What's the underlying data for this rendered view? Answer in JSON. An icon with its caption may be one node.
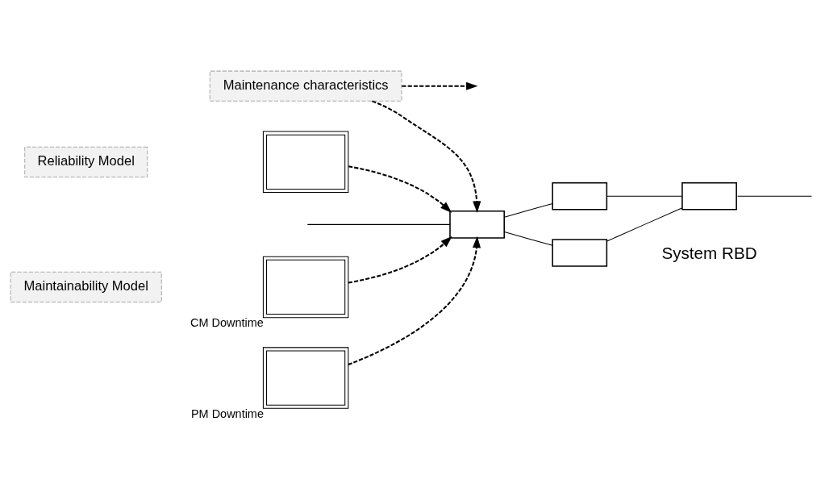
{
  "diagram": {
    "nodes": [
      {
        "text": [
          "Reliability Model"
        ]
      },
      {
        "text": [],
        "shape": "picture"
      },
      {
        "text": [
          "Maintenance characteristics"
        ]
      },
      {
        "text": [],
        "shape": "box"
      },
      {
        "text": [],
        "shape": "box"
      },
      {
        "text": [],
        "shape": "box"
      },
      {
        "text": [],
        "shape": "box"
      },
      {
        "text": [
          "Maintainability Model"
        ]
      },
      {
        "text": [],
        "shape": "picture",
        "beside": [
          "CM Downtime"
        ]
      },
      {
        "text": [],
        "shape": "picture",
        "beside": [
          "PM Downtime"
        ]
      }
    ],
    "edges": [
      {
        "from": 1,
        "to": 3,
        "arrow": "to",
        "style": "dashed"
      },
      {
        "from": 2,
        "to": 3,
        "arrow": "to",
        "style": "dashed"
      },
      {
        "from": 2,
        "to": null,
        "arrow": "to",
        "style": "dashed"
      },
      {
        "from": 8,
        "to": 3,
        "arrow": "to",
        "style": "dashed"
      },
      {
        "from": 9,
        "to": 3,
        "arrow": "to",
        "style": "dashed"
      },
      {
        "from": null,
        "to": 3,
        "arrow": "none"
      },
      {
        "from": 3,
        "to": 4,
        "arrow": "none"
      },
      {
        "from": 3,
        "to": 5,
        "arrow": "none"
      },
      {
        "from": 4,
        "to": 6,
        "arrow": "none"
      },
      {
        "from": 5,
        "to": 6,
        "arrow": "none"
      },
      {
        "from": 6,
        "to": null,
        "arrow": "none"
      }
    ],
    "labels": [
      "System RBD"
    ]
  }
}
